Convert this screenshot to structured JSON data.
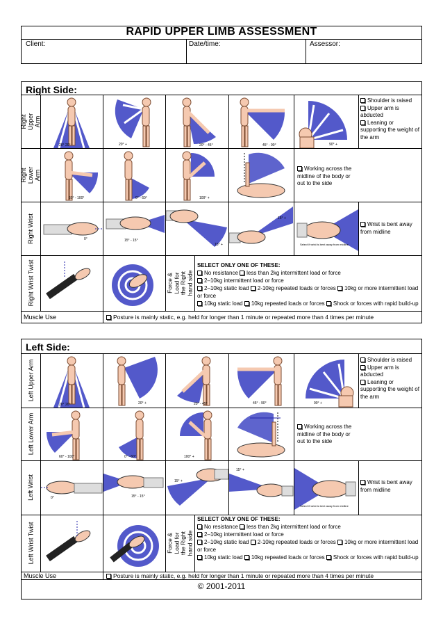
{
  "header": {
    "title": "RAPID UPPER LIMB ASSESSMENT",
    "client_label": "Client:",
    "datetime_label": "Date/time:",
    "assessor_label": "Assessor:"
  },
  "right": {
    "title": "Right Side:",
    "upper_arm_label": "Right Upper Arm",
    "lower_arm_label": "Right Lower Arm",
    "wrist_label": "Right Wrist",
    "twist_label": "Right Wrist Twist",
    "muscle_label": "Muscle Use",
    "force_label": "Force & Load for the Right hand side",
    "upper_angles": [
      "20° 20°",
      "20° +",
      "20° - 45°",
      "45° - 90°",
      "90° +"
    ],
    "lower_angles": [
      "60° - 100°",
      "0° - 60°",
      "100° +"
    ],
    "wrist_angles": [
      "0°",
      "15° - 15°",
      "15° +",
      "15° +"
    ]
  },
  "left": {
    "title": "Left Side:",
    "upper_arm_label": "Left Upper Arm",
    "lower_arm_label": "Left Lower Arm",
    "wrist_label": "Left Wrist",
    "twist_label": "Left Wrist Twist",
    "muscle_label": "Muscle Use",
    "force_label": "Force & Load for the Right hand side",
    "upper_angles": [
      "20° 20°",
      "20° +",
      "20° - 45°",
      "45° - 90°",
      "90° +"
    ],
    "lower_angles": [
      "60° - 100°",
      "0° - 60°",
      "100° +"
    ],
    "wrist_angles": [
      "0°",
      "15° - 15°",
      "15° +",
      "15° +"
    ]
  },
  "notes": {
    "shoulder": [
      "Shoulder is raised",
      "Upper arm is abducted",
      "Leaning or supporting the weight of the arm"
    ],
    "lower_arm": "Working across the midline of the body or out to the side",
    "wrist": "Wrist is bent away from midline",
    "wrist_caption": "Select if wrist is bent away from midline"
  },
  "force": {
    "heading": "SELECT ONLY ONE OF THESE:",
    "opt1": "No resistance",
    "opt2": "less than 2kg intermittent load or force",
    "opt3": "2–10kg intermittent load or force",
    "opt4": "2–10kg static load",
    "opt5": "2-10kg repeated loads or forces",
    "opt6": "10kg or more intermittent load or force",
    "opt7": "10kg static load",
    "opt8": "10kg repeated loads or forces",
    "opt9": "Shock or forces with rapid build-up"
  },
  "muscle_text": "Posture is mainly static, e.g. held for longer than 1 minute or repeated more than 4 times per minute",
  "footer": "© 2001-2011",
  "colors": {
    "zone": "#1a22b8",
    "skin": "#f5c9b0"
  }
}
